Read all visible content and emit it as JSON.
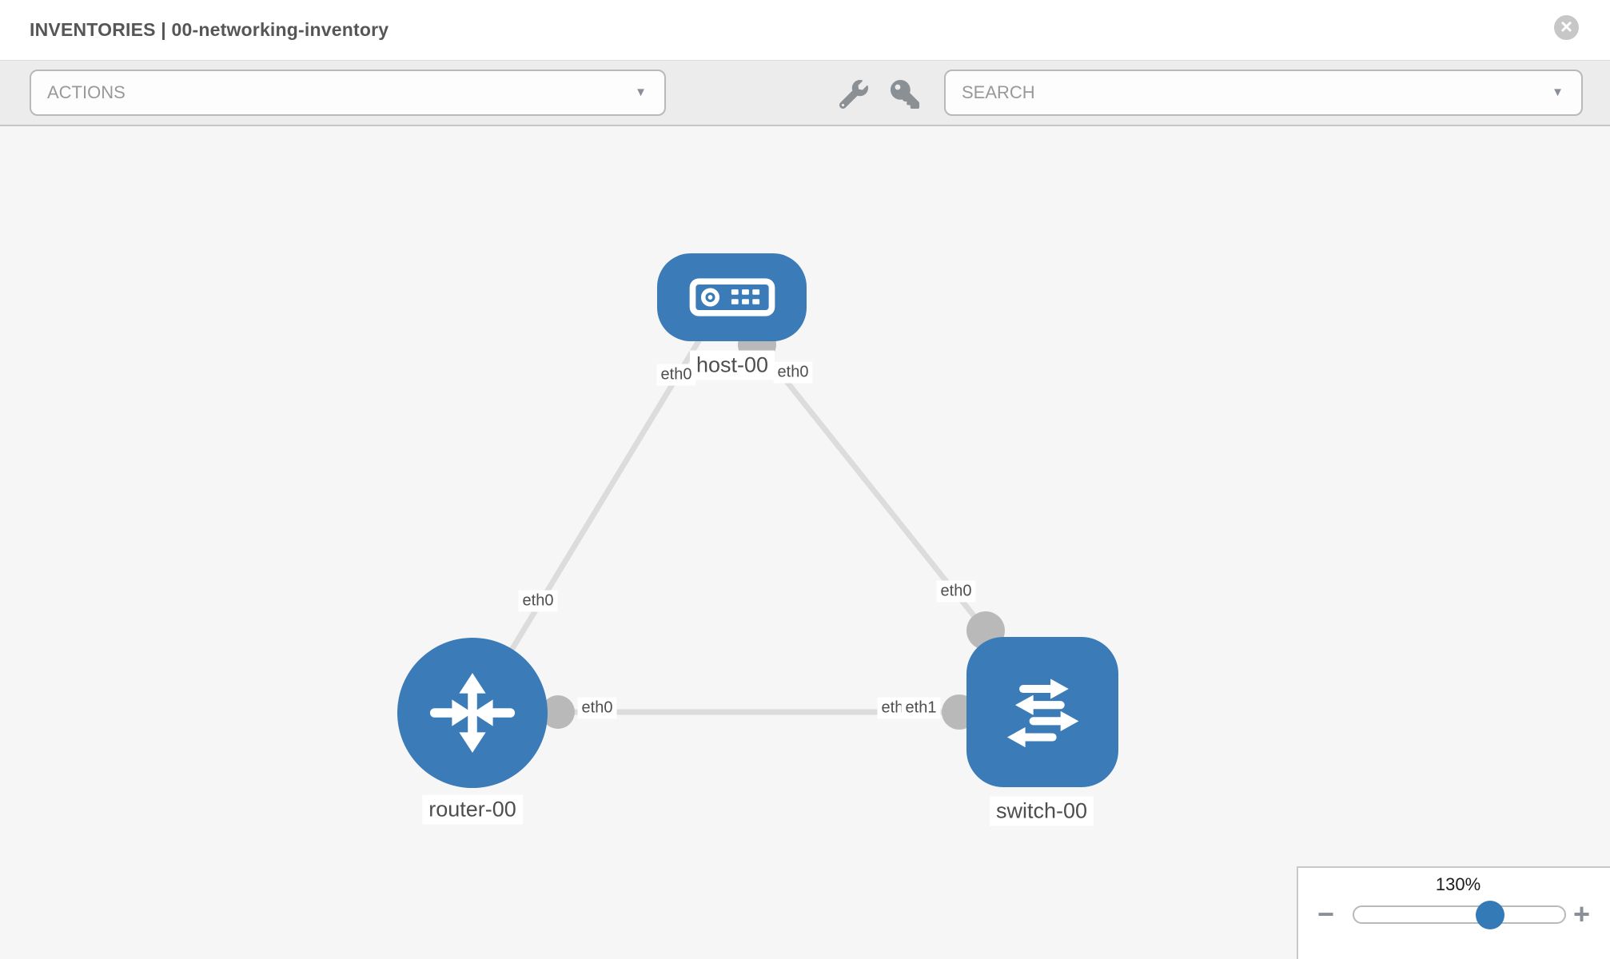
{
  "header": {
    "title": "INVENTORIES | 00-networking-inventory"
  },
  "toolbar": {
    "actions_label": "ACTIONS",
    "search_placeholder": "SEARCH"
  },
  "topology": {
    "nodes": [
      {
        "id": "host-00",
        "type": "host",
        "label": "host-00"
      },
      {
        "id": "router-00",
        "type": "router",
        "label": "router-00"
      },
      {
        "id": "switch-00",
        "type": "switch",
        "label": "switch-00"
      }
    ],
    "links": [
      {
        "from": "host-00",
        "from_interface": "eth0",
        "to": "router-00",
        "to_interface": "eth0"
      },
      {
        "from": "host-00",
        "from_interface": "eth0",
        "to": "switch-00",
        "to_interface": "eth0"
      },
      {
        "from": "router-00",
        "from_interface": "eth0",
        "to": "switch-00",
        "to_interface": "eth1"
      }
    ],
    "interface_labels": {
      "host_left": "eth0",
      "host_right": "eth0",
      "router_link_top": "eth0",
      "switch_link_top": "eth0",
      "router_right": "eth0",
      "switch_left_back": "eth0",
      "switch_left_front": "eth1"
    }
  },
  "zoom_control": {
    "level": "130%",
    "zoom_out_glyph": "−",
    "zoom_in_glyph": "+"
  },
  "icons": {
    "close_glyph": "×",
    "caret_glyph": "▼"
  },
  "colors": {
    "node_blue": "#3b7bb8",
    "slider_thumb_blue": "#337ab7",
    "link_gray": "#dcdcdc",
    "port_gray": "#b9b9b9",
    "canvas_bg": "#f6f6f6",
    "toolbar_bg": "#ececec"
  }
}
